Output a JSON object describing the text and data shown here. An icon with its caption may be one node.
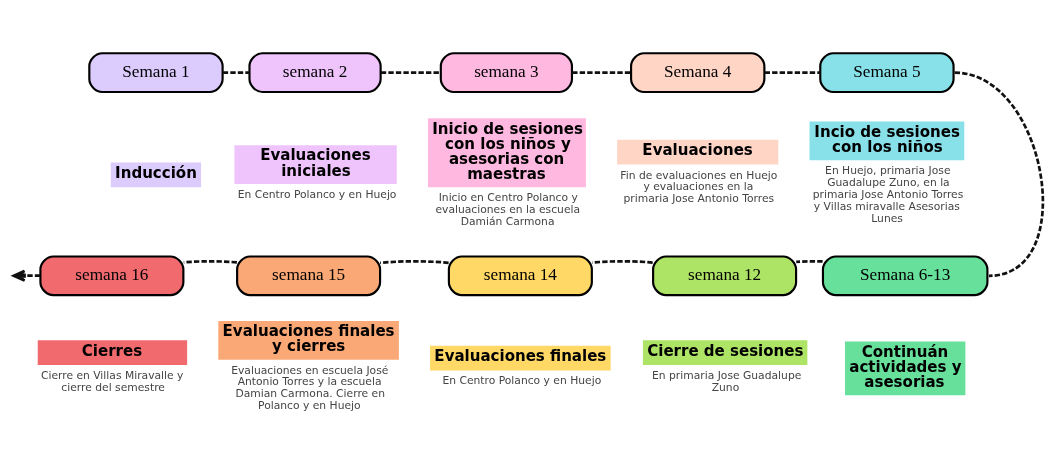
{
  "diagram": {
    "nodes": [
      {
        "text": [
          "Semana 1"
        ]
      },
      {
        "text": [
          "Inducción"
        ]
      },
      {
        "text": [
          "semana 2"
        ]
      },
      {
        "text": [
          "Evaluaciones iniciales"
        ],
        "beside": [
          "En Centro Polanco y en Huejo"
        ]
      },
      {
        "text": [
          "semana 3"
        ]
      },
      {
        "text": [
          "Inicio de sesiones con los niños y asesorias con maestras"
        ],
        "beside": [
          "Inicio en Centro Polanco y evaluaciones en la escuela Damián Carmona"
        ]
      },
      {
        "text": [
          "Semana 4"
        ]
      },
      {
        "text": [
          "Evaluaciones"
        ],
        "beside": [
          "Fin de evaluaciones en Huejo y evaluaciones en la primaria Jose Antonio Torres"
        ]
      },
      {
        "text": [
          "Semana 5"
        ]
      },
      {
        "text": [
          "Incio de sesiones con los niños"
        ],
        "beside": [
          "En Huejo, primaria Jose Guadalupe Zuno, en la primaria Jose Antonio Torres y Villas miravalle Asesorias Lunes"
        ]
      },
      {
        "text": [
          "Semana 6-13"
        ]
      },
      {
        "text": [
          "Continuán actividades y asesorias"
        ]
      },
      {
        "text": [
          "semana 12"
        ]
      },
      {
        "text": [
          "Cierre de sesiones"
        ],
        "beside": [
          "En primaria Jose Guadalupe Zuno"
        ]
      },
      {
        "text": [
          "semana 14"
        ]
      },
      {
        "text": [
          "Evaluaciones finales"
        ],
        "beside": [
          "En Centro Polanco y en Huejo"
        ]
      },
      {
        "text": [
          "semana 15"
        ]
      },
      {
        "text": [
          "Evaluaciones finales y cierres"
        ],
        "beside": [
          "Evaluaciones en escuela José Antonio Torres y la escuela Damian Carmona. Cierre en Polanco y en Huejo"
        ]
      },
      {
        "text": [
          "semana 16"
        ]
      },
      {
        "text": [
          "Cierres"
        ],
        "beside": [
          "Cierre en Villas Miravalle y cierre del semestre"
        ]
      }
    ],
    "edges": [
      {
        "from": 0,
        "to": 2,
        "arrow": "none",
        "style": "dashed"
      },
      {
        "from": 2,
        "to": 4,
        "arrow": "none",
        "style": "dashed"
      },
      {
        "from": 4,
        "to": 6,
        "arrow": "none",
        "style": "dashed"
      },
      {
        "from": 6,
        "to": 8,
        "arrow": "none",
        "style": "dashed"
      },
      {
        "from": 8,
        "to": 10,
        "arrow": "none",
        "style": "dashed"
      },
      {
        "from": 10,
        "to": 12,
        "arrow": "none",
        "style": "dashed"
      },
      {
        "from": 12,
        "to": 14,
        "arrow": "none",
        "style": "dashed"
      },
      {
        "from": 14,
        "to": 16,
        "arrow": "none",
        "style": "dashed"
      },
      {
        "from": 16,
        "to": 18,
        "arrow": "none",
        "style": "dashed"
      },
      {
        "from": 18,
        "to": null,
        "arrow": "to",
        "style": "dashed"
      }
    ]
  }
}
